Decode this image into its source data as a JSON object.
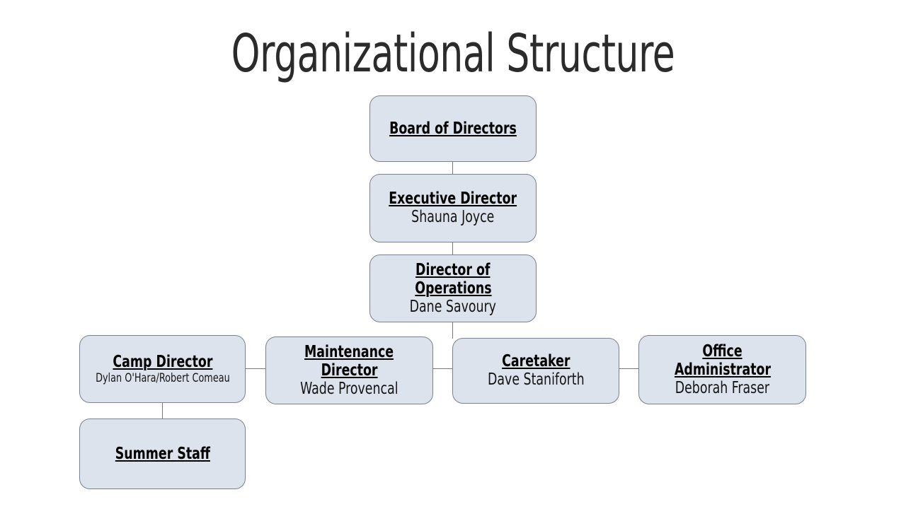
{
  "slide": {
    "title": "Organizational Structure",
    "background_color": "#ffffff",
    "title_color": "#2b2b2b"
  },
  "theme": {
    "node_fill": "#dde3ec",
    "node_border": "#78828f",
    "connector_color": "#6f7785",
    "text_color": "#000000"
  },
  "chart_data": {
    "type": "diagram",
    "title": "Organizational Structure",
    "nodes": [
      {
        "id": "board",
        "role": "Board of Directors",
        "person": ""
      },
      {
        "id": "exec",
        "role": "Executive Director",
        "person": "Shauna Joyce"
      },
      {
        "id": "dirops",
        "role_line1": "Director of",
        "role_line2": "Operations",
        "person": "Dane Savoury"
      },
      {
        "id": "camp",
        "role": "Camp Director",
        "person": "Dylan O'Hara/Robert Comeau"
      },
      {
        "id": "maint",
        "role_line1": "Maintenance",
        "role_line2": "Director",
        "person": "Wade Provencal"
      },
      {
        "id": "caretaker",
        "role": "Caretaker",
        "person": "Dave Staniforth"
      },
      {
        "id": "office",
        "role_line1": "Office",
        "role_line2": "Administrator",
        "person": "Deborah Fraser"
      },
      {
        "id": "summer",
        "role": "Summer Staff",
        "person": ""
      }
    ],
    "edges": [
      {
        "from": "board",
        "to": "exec"
      },
      {
        "from": "exec",
        "to": "dirops"
      },
      {
        "from": "dirops",
        "to": "caretaker"
      },
      {
        "from": "camp",
        "to": "maint"
      },
      {
        "from": "maint",
        "to": "caretaker"
      },
      {
        "from": "caretaker",
        "to": "office"
      },
      {
        "from": "camp",
        "to": "summer"
      }
    ]
  }
}
